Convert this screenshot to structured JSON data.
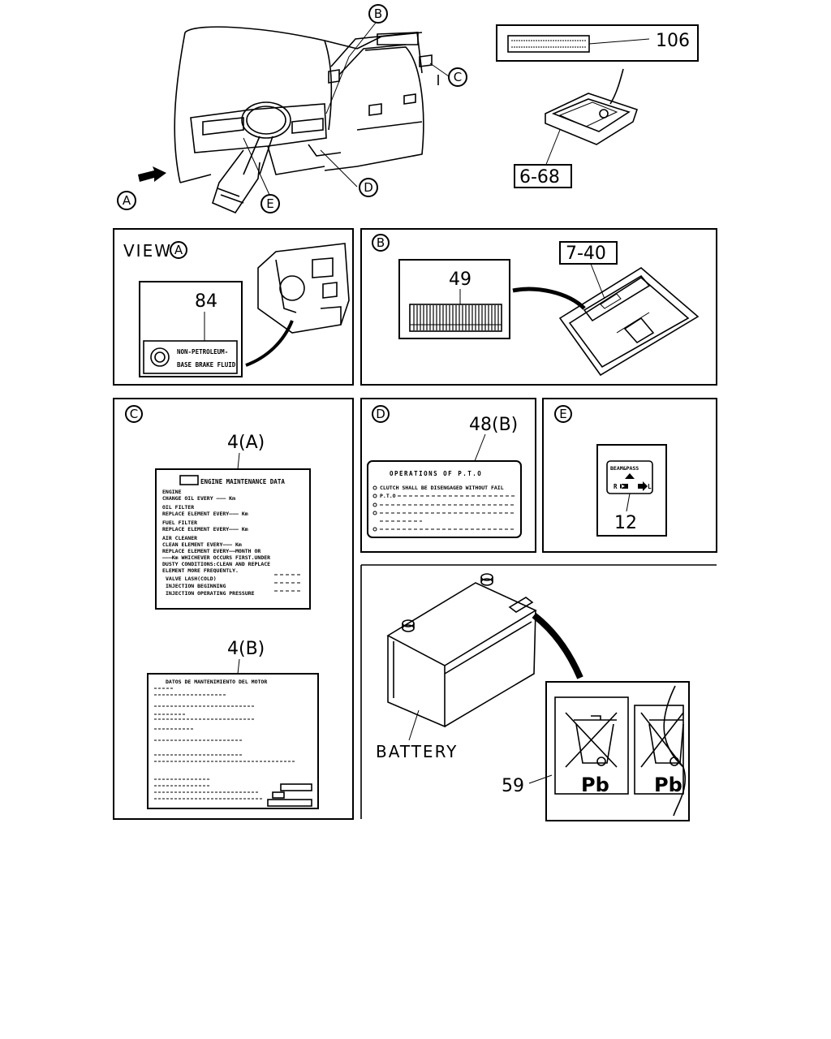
{
  "top": {
    "circle_A": "A",
    "circle_B": "B",
    "circle_C": "C",
    "circle_D": "D",
    "circle_E": "E",
    "num_106": "106",
    "num_6_68": "6-68"
  },
  "view_a": {
    "title": "VIEW",
    "circle": "A",
    "num": "84",
    "label_line1": "NON-PETROLEUM-",
    "label_line2": "BASE BRAKE FLUID"
  },
  "panel_b": {
    "circle": "B",
    "num_49": "49",
    "num_7_40": "7-40"
  },
  "panel_c": {
    "circle": "C",
    "num_4a": "4(A)",
    "num_4b": "4(B)",
    "label_a": {
      "title": "ENGINE MAINTENANCE DATA",
      "lines": [
        "ENGINE",
        "CHANGE OIL EVERY ——— Km",
        "OIL FILTER",
        "REPLACE ELEMENT EVERY——— Km",
        "FUEL FILTER",
        "REPLACE ELEMENT EVERY——— Km",
        "AIR CLEANER",
        "CLEAN ELEMENT EVERY——— Km",
        "REPLACE ELEMENT EVERY——MONTH OR",
        "———Km WHICHEVER OCCURS FIRST.UNDER",
        "DUSTY CONDITIONS:CLEAN AND REPLACE",
        "ELEMENT MORE FREQUENTLY.",
        "VALVE LASH(COLD)",
        "INJECTION BEGINNING",
        "INJECTION OPERATING PRESSURE"
      ]
    },
    "label_b": {
      "title": "DATOS DE MANTENIMIENTO DEL MOTOR"
    }
  },
  "panel_d": {
    "circle": "D",
    "num": "48(B)",
    "title": "OPERATIONS OF P.T.O",
    "line1": "CLUTCH SHALL BE DISENGAGED WITHOUT FAIL",
    "line2": "P.T.O"
  },
  "panel_e": {
    "circle": "E",
    "num": "12",
    "label_top": "BEAM&PASS",
    "label_r": "R",
    "label_l": "L"
  },
  "battery": {
    "label": "BATTERY",
    "num": "59",
    "pb1": "Pb",
    "pb2": "Pb"
  }
}
